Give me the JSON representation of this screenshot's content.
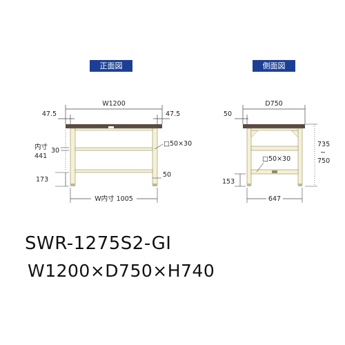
{
  "front": {
    "title": "正面図",
    "width": "W1200",
    "leg_offset_left": "47.5",
    "leg_offset_right": "47.5",
    "inner_height_label_1": "内寸",
    "inner_height_label_2": "441",
    "rail_height": "30",
    "lower_height": "173",
    "pipe_label": "□50×30",
    "leg_size": "50",
    "inner_width": "W内寸 1005"
  },
  "side": {
    "title": "側面図",
    "depth": "D750",
    "leg_offset": "50",
    "height_top": "735",
    "height_tilde": "~",
    "height_bottom": "750",
    "pipe_label": "□50×30",
    "lower_height": "153",
    "inner_depth": "647"
  },
  "product": {
    "model": "SWR-1275S2-GI",
    "dimensions": "W1200×D750×H740"
  },
  "colors": {
    "title_bg": "#1c3f94",
    "table_top": "#5a4a42",
    "frame": "#f6f1d2",
    "frame_stroke": "#8f8b72"
  }
}
